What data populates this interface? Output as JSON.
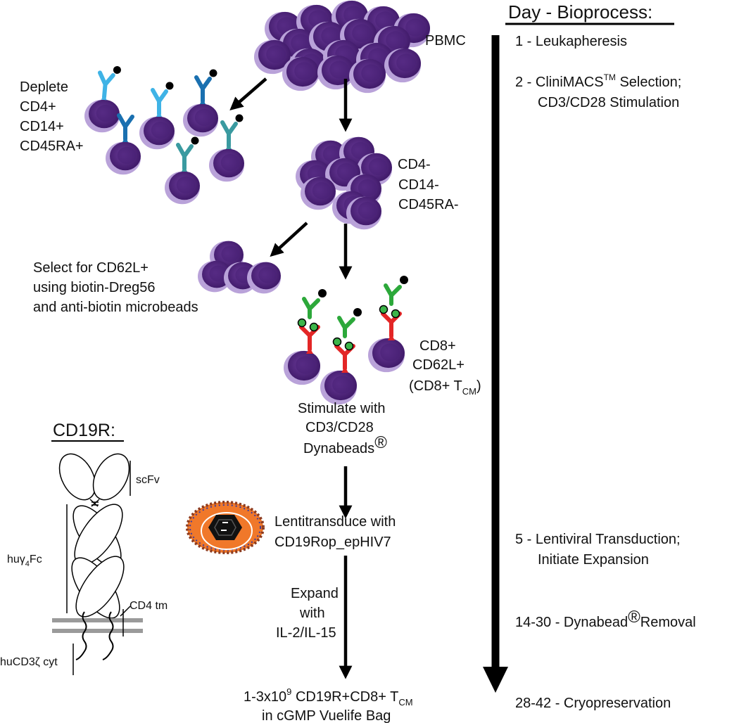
{
  "colors": {
    "cell_fill": "#5b2c86",
    "cell_halo": "#b9a2d9",
    "antibody_light_blue": "#3fb3e6",
    "antibody_dark_blue": "#1a70b0",
    "antibody_teal": "#3a9aa0",
    "antibody_green": "#2ca83a",
    "antibody_red": "#e32626",
    "bead_green": "#3cb54a",
    "virus_orange": "#f0782a",
    "membrane_gray": "#9a9a9a",
    "arrow": "#000000"
  },
  "timeline": {
    "heading": "Day - Bioprocess:",
    "steps": [
      {
        "day": "1",
        "label": "1 - Leukapheresis"
      },
      {
        "day": "2",
        "label": "2 - CliniMACS",
        "sup": "TM",
        "label_rest": " Selection;",
        "line2": "CD3/CD28 Stimulation"
      },
      {
        "day": "5",
        "label": "5 - Lentiviral Transduction;",
        "line2": "Initiate Expansion"
      },
      {
        "day": "14-30",
        "label": "14-30 - Dynabead",
        "sym": "®",
        "label_rest": "Removal"
      },
      {
        "day": "28-42",
        "label": "28-42 - Cryopreservation"
      }
    ]
  },
  "flow": {
    "pbmc": "PBMC",
    "deplete": [
      "Deplete",
      "CD4+",
      "CD14+",
      "CD45RA+"
    ],
    "depleted_population": [
      "CD4-",
      "CD14-",
      "CD45RA-"
    ],
    "select": [
      "Select for CD62L+",
      "using biotin-Dreg56",
      "and anti-biotin microbeads"
    ],
    "selected_population": {
      "line1": "CD8+",
      "line2": "CD62L+",
      "line3_pre": "(CD8+ T",
      "line3_sub": "CM",
      "line3_post": ")"
    },
    "stimulate": {
      "line1": "Stimulate with",
      "line2": "CD3/CD28",
      "line3": "Dynabeads",
      "sym": "®"
    },
    "transduce": [
      "Lentitransduce with",
      "CD19Rop_epHIV7"
    ],
    "expand": [
      "Expand",
      "with",
      "IL-2/IL-15"
    ],
    "final": {
      "pre": "1-3x10",
      "sup": "9",
      "mid": " CD19R+CD8+ T",
      "sub": "CM",
      "line2": "in cGMP Vuelife Bag"
    }
  },
  "construct": {
    "title": "CD19R:",
    "scfv": "scFv",
    "fc_pre": "hu",
    "fc_greek": "γ",
    "fc_sub": "4",
    "fc_post": "Fc",
    "tm": "CD4 tm",
    "cyt": "huCD3ζ cyt"
  }
}
